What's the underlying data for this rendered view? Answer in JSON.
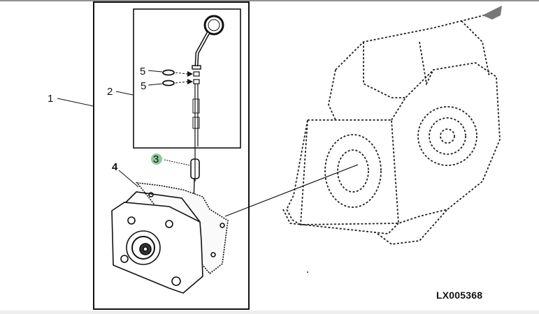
{
  "diagram": {
    "callouts": [
      {
        "number": "1",
        "part": "outer-frame"
      },
      {
        "number": "2",
        "part": "dipstick-group"
      },
      {
        "number": "3",
        "part": "dipstick-tube",
        "highlighted": true
      },
      {
        "number": "4",
        "part": "pump-gasket"
      },
      {
        "number": "5",
        "part": "o-ring-upper"
      },
      {
        "number": "5",
        "part": "o-ring-lower"
      }
    ],
    "highlight_color": "#8fc79a",
    "reference_code": "LX005368"
  }
}
